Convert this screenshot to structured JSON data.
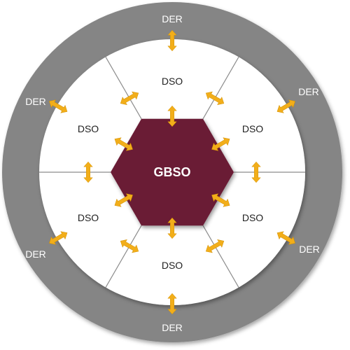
{
  "center": {
    "label": "GBSO"
  },
  "segments": [
    {
      "label": "DSO"
    },
    {
      "label": "DSO"
    },
    {
      "label": "DSO"
    },
    {
      "label": "DSO"
    },
    {
      "label": "DSO"
    },
    {
      "label": "DSO"
    }
  ],
  "ring_labels": [
    {
      "label": "DER"
    },
    {
      "label": "DER"
    },
    {
      "label": "DER"
    },
    {
      "label": "DER"
    },
    {
      "label": "DER"
    },
    {
      "label": "DER"
    }
  ],
  "colors": {
    "ring": "#858585",
    "inner_fill": "#ffffff",
    "divider": "#8c8c8c",
    "hexagon": "#6b1a35",
    "arrow": "#f2ae1a",
    "arrow_edge": "#d08e00"
  },
  "icons": {
    "arrow": "double-headed-arrow-icon"
  }
}
